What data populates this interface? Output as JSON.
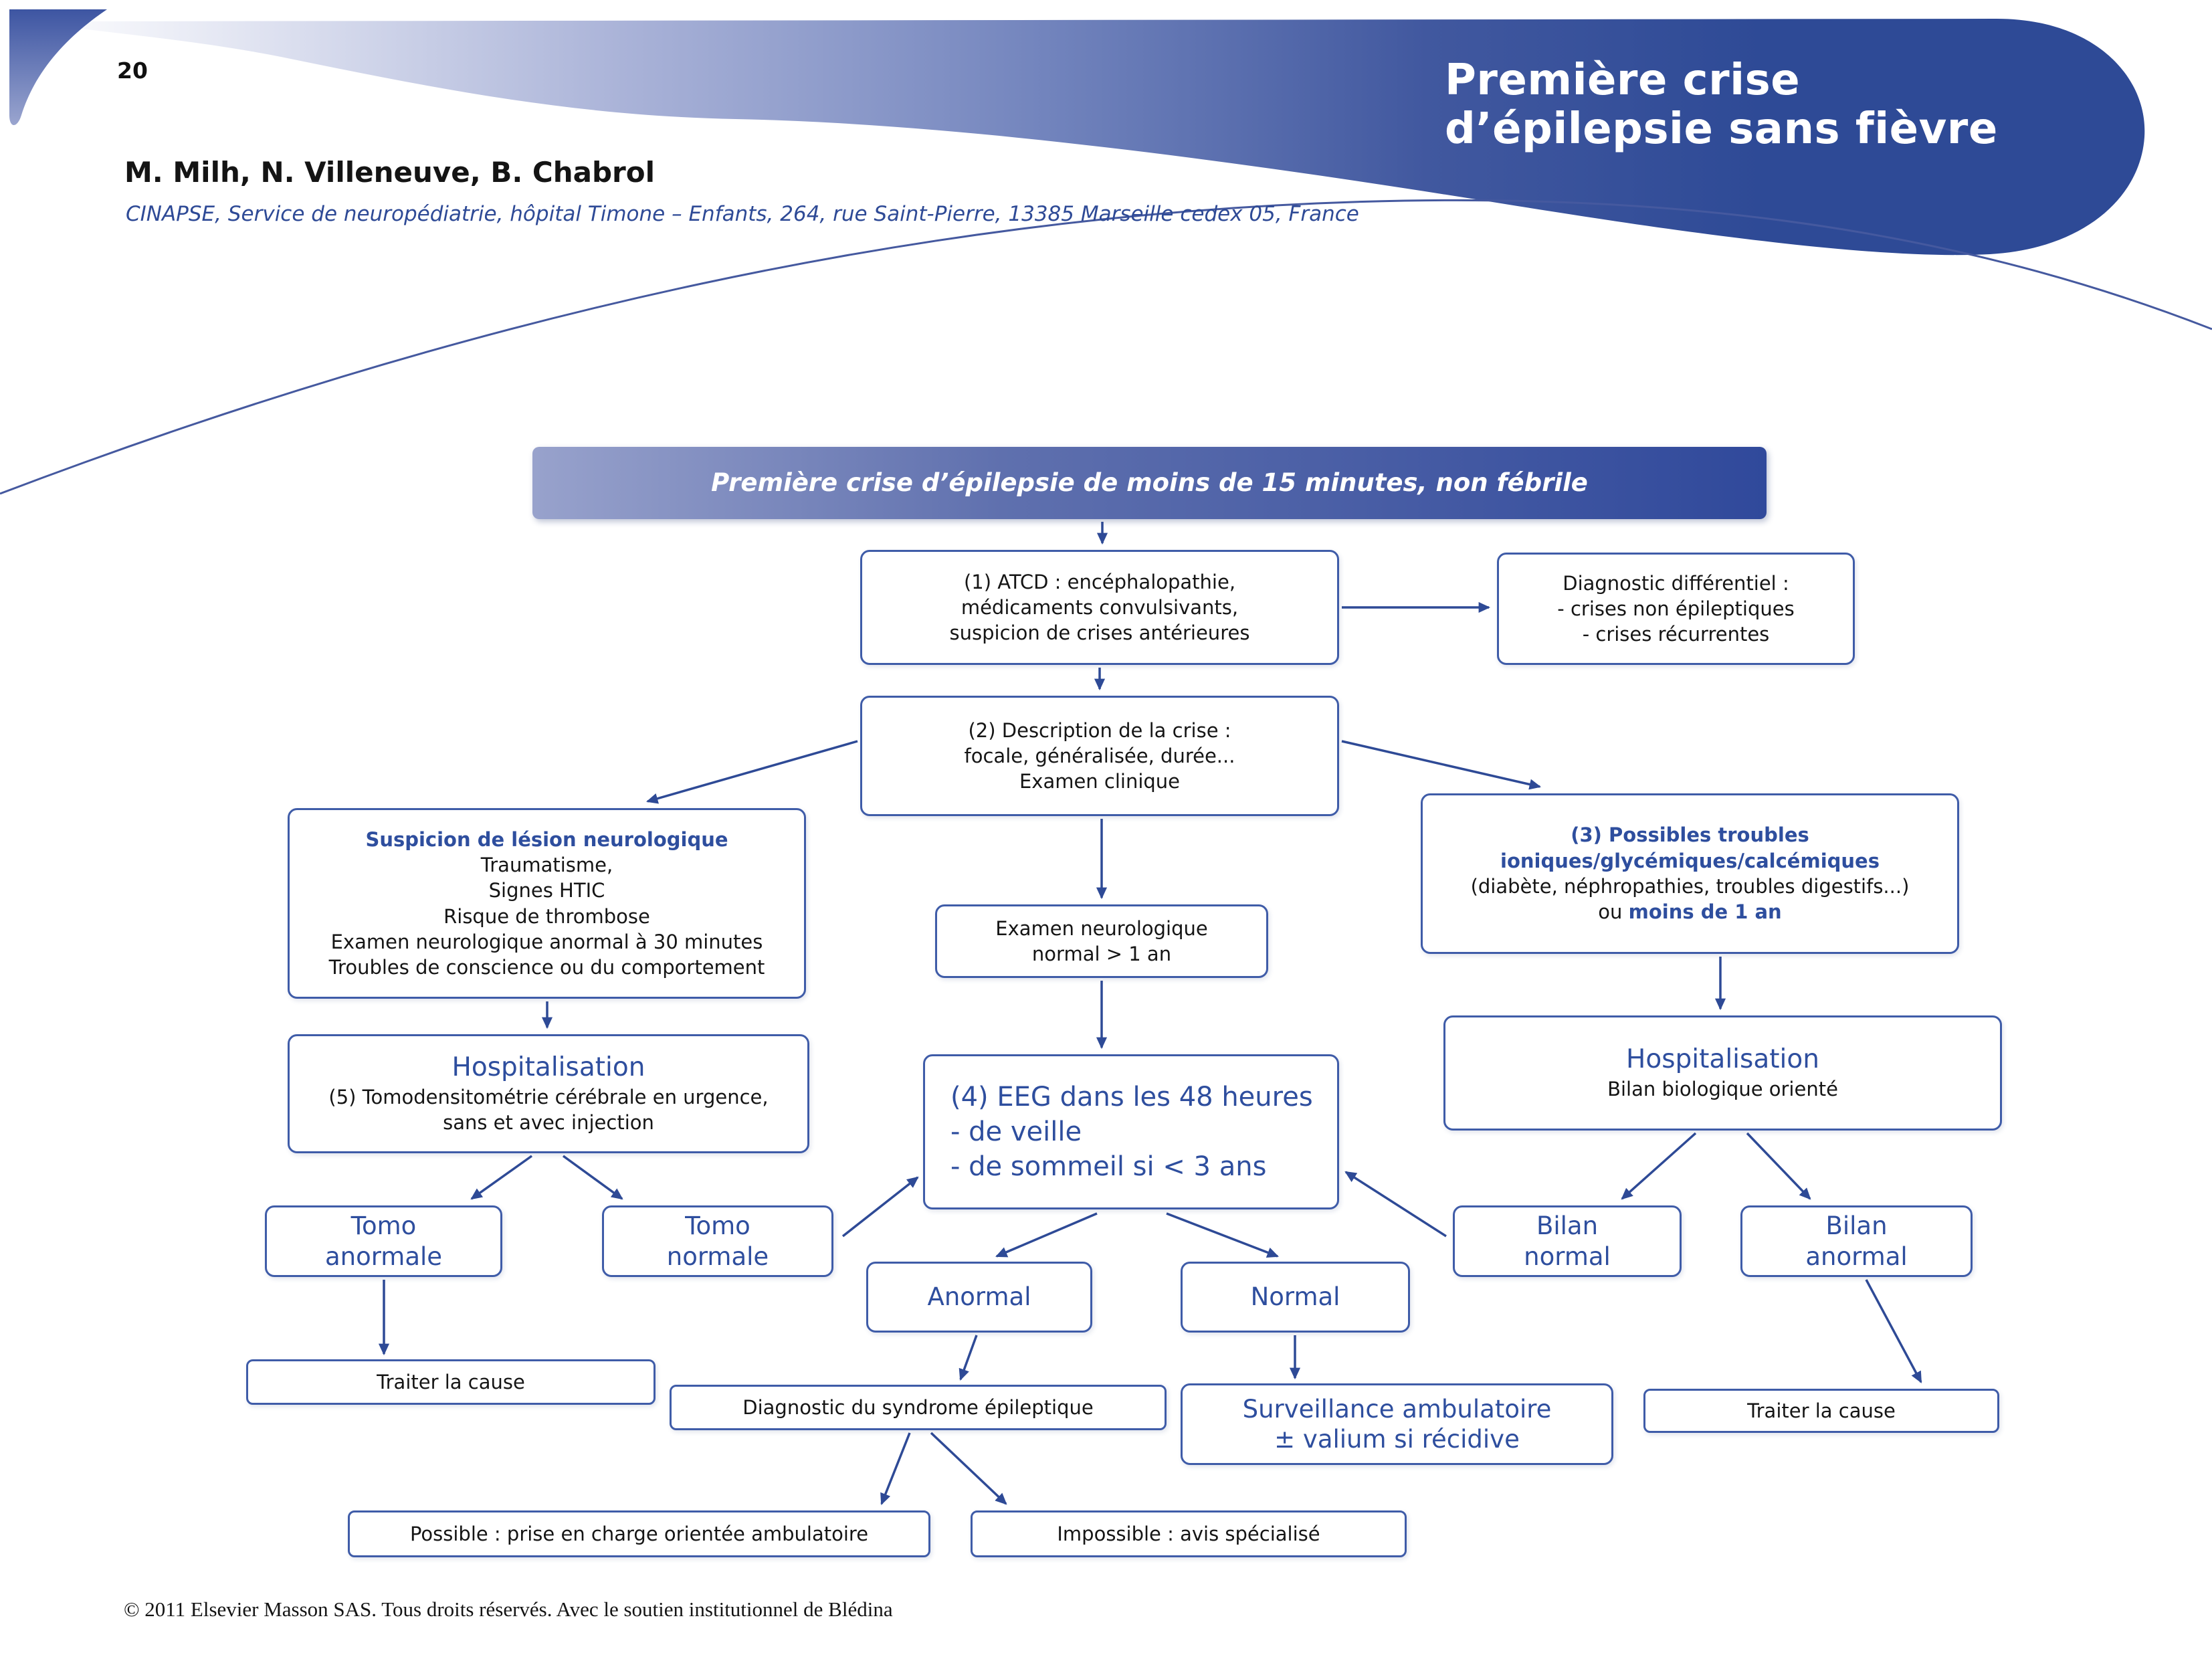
{
  "page": {
    "number": "20",
    "title_lines": [
      "Première crise",
      "d’épilepsie sans fièvre"
    ],
    "authors": "M. Milh, N. Villeneuve, B. Chabrol",
    "affiliation": "CINAPSE, Service de neuropédiatrie, hôpital Timone – Enfants, 264, rue Saint-Pierre, 13385 Marseille cedex 05, France",
    "copyright": "© 2011 Elsevier Masson SAS. Tous droits réservés. Avec le soutien institutionnel de Blédina"
  },
  "colors": {
    "navy": "#2e4a96",
    "blueText": "#2e4e9e",
    "border": "#3f5ca8",
    "bannerStart": "#98a2cc",
    "bannerMid": "#5f70ae",
    "bannerEnd": "#30499b"
  },
  "flowchart": {
    "banner": "Première crise d’épilepsie de moins de 15 minutes, non fébrile",
    "atcd": {
      "lines": [
        "(1) ATCD : encéphalopathie,",
        "médicaments convulsivants,",
        "suspicion de crises antérieures"
      ]
    },
    "diag_diff": {
      "lines": [
        "Diagnostic différentiel :",
        "- crises non épileptiques",
        "- crises récurrentes"
      ]
    },
    "description": {
      "lines": [
        "(2) Description de la crise :",
        "focale, généralisée, durée...",
        "Examen clinique"
      ]
    },
    "suspicion": {
      "title": "Suspicion de lésion neurologique",
      "lines": [
        "Traumatisme,",
        "Signes HTIC",
        "Risque de thrombose",
        "Examen neurologique anormal à 30 minutes",
        "Troubles de conscience ou du comportement"
      ]
    },
    "examen_neuro": {
      "lines": [
        "Examen neurologique",
        "normal > 1 an"
      ]
    },
    "troubles": {
      "title_lines": [
        "(3) Possibles troubles",
        "ioniques/glycémiques/calcémiques"
      ],
      "body": "(diabète, néphropathies, troubles digestifs...)",
      "ou": "ou",
      "highlight": "moins de 1 an"
    },
    "hosp_left": {
      "title": "Hospitalisation",
      "lines": [
        "(5) Tomodensitométrie cérébrale en urgence,",
        "sans et avec injection"
      ]
    },
    "eeg": {
      "lines": [
        "(4) EEG dans les 48 heures",
        "- de veille",
        "- de sommeil si < 3 ans"
      ]
    },
    "hosp_right": {
      "title": "Hospitalisation",
      "lines": [
        "Bilan biologique orienté"
      ]
    },
    "tomo_anormale": {
      "lines": [
        "Tomo",
        "anormale"
      ]
    },
    "tomo_normale": {
      "lines": [
        "Tomo",
        "normale"
      ]
    },
    "bilan_normal": {
      "lines": [
        "Bilan",
        "normal"
      ]
    },
    "bilan_anormal": {
      "lines": [
        "Bilan",
        "anormal"
      ]
    },
    "anormal": {
      "label": "Anormal"
    },
    "normal": {
      "label": "Normal"
    },
    "traiter_left": {
      "label": "Traiter la cause"
    },
    "diag_syndrome": {
      "label": "Diagnostic du syndrome épileptique"
    },
    "surveillance": {
      "lines": [
        "Surveillance ambulatoire",
        "± valium si récidive"
      ]
    },
    "traiter_right": {
      "label": "Traiter la cause"
    },
    "possible": {
      "label": "Possible : prise en charge orientée ambulatoire"
    },
    "impossible": {
      "label": "Impossible : avis spécialisé"
    }
  }
}
